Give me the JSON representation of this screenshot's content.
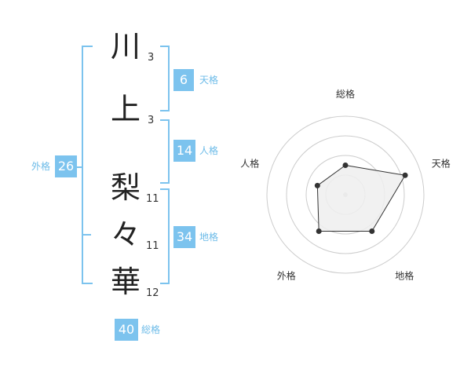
{
  "name": {
    "characters": [
      {
        "char": "川",
        "strokes": "3"
      },
      {
        "char": "上",
        "strokes": "3"
      },
      {
        "char": "梨",
        "strokes": "11"
      },
      {
        "char": "々",
        "strokes": "11"
      },
      {
        "char": "華",
        "strokes": "12"
      }
    ]
  },
  "fortunes": {
    "tenkaku": {
      "label": "天格",
      "value": "6"
    },
    "jinkaku": {
      "label": "人格",
      "value": "14"
    },
    "chikaku": {
      "label": "地格",
      "value": "34"
    },
    "gaikaku": {
      "label": "外格",
      "value": "26"
    },
    "soukaku": {
      "label": "総格",
      "value": "40"
    }
  },
  "radar": {
    "axes": [
      "総格",
      "天格",
      "地格",
      "外格",
      "人格"
    ],
    "levels": 4,
    "values": [
      1.5,
      3.2,
      2.3,
      2.3,
      1.5
    ],
    "max": 4,
    "colors": {
      "ring": "#cccccc",
      "fill": "#eeeeee",
      "line": "#333333",
      "point": "#333333",
      "center": "#d0d0d0"
    }
  },
  "colors": {
    "accent": "#7cc3ee",
    "accent_text": "#6cbbe8"
  }
}
